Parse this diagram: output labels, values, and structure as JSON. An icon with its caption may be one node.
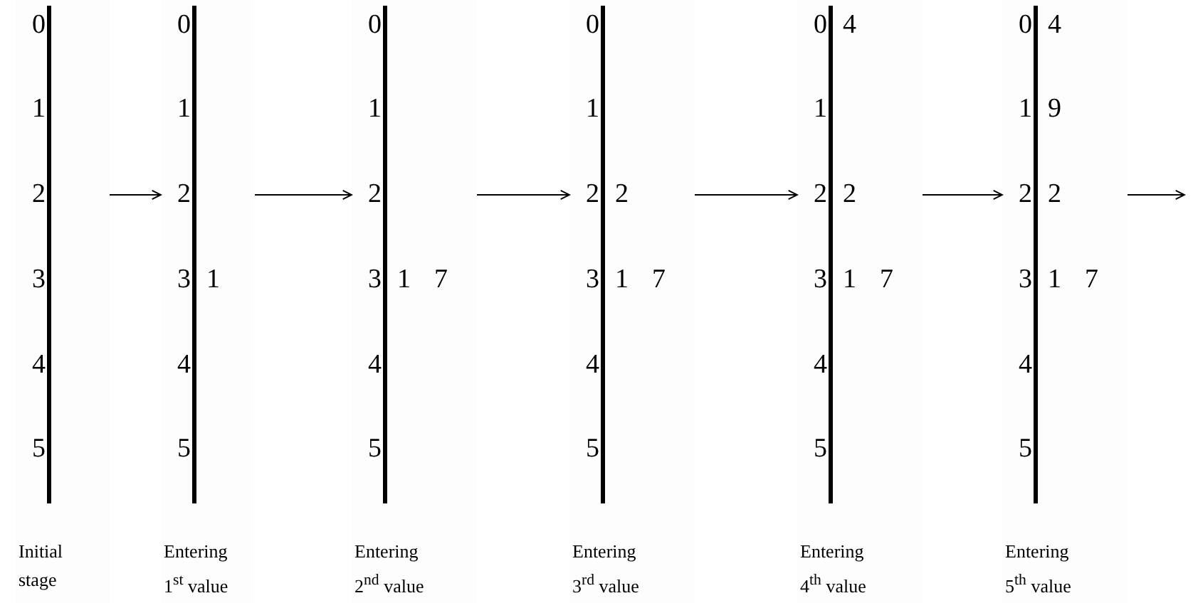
{
  "diagram": {
    "nodes": [
      {
        "text": [
          "Initial stage"
        ]
      },
      {
        "text": [
          "0"
        ],
        "in": 0
      },
      {
        "text": [
          "1"
        ],
        "in": 0
      },
      {
        "text": [
          "2"
        ],
        "in": 0
      },
      {
        "text": [
          "3"
        ],
        "in": 0
      },
      {
        "text": [
          "4"
        ],
        "in": 0
      },
      {
        "text": [
          "5"
        ],
        "in": 0
      },
      {
        "text": [
          "Entering 1$^{st}$ value"
        ]
      },
      {
        "text": [
          "0"
        ],
        "in": 7
      },
      {
        "text": [
          "1"
        ],
        "in": 7
      },
      {
        "text": [
          "2"
        ],
        "in": 7
      },
      {
        "text": [
          "3",
          "1"
        ],
        "in": 7
      },
      {
        "text": [
          "4"
        ],
        "in": 7
      },
      {
        "text": [
          "5"
        ],
        "in": 7
      },
      {
        "text": [
          "Entering 2$^{nd}$ value"
        ]
      },
      {
        "text": [
          "0"
        ],
        "in": 14
      },
      {
        "text": [
          "1"
        ],
        "in": 14
      },
      {
        "text": [
          "2"
        ],
        "in": 14
      },
      {
        "text": [
          "3",
          "1",
          "7"
        ],
        "in": 14
      },
      {
        "text": [
          "4"
        ],
        "in": 14
      },
      {
        "text": [
          "5"
        ],
        "in": 14
      },
      {
        "text": [
          "Entering 3$^{rd}$ value"
        ]
      },
      {
        "text": [
          "0"
        ],
        "in": 21
      },
      {
        "text": [
          "1"
        ],
        "in": 21
      },
      {
        "text": [
          "2",
          "2"
        ],
        "in": 21
      },
      {
        "text": [
          "3",
          "1",
          "7"
        ],
        "in": 21
      },
      {
        "text": [
          "4"
        ],
        "in": 21
      },
      {
        "text": [
          "5"
        ],
        "in": 21
      },
      {
        "text": [
          "Entering 4$^{th}$ value"
        ]
      },
      {
        "text": [
          "0",
          "4"
        ],
        "in": 28
      },
      {
        "text": [
          "1"
        ],
        "in": 28
      },
      {
        "text": [
          "2",
          "2"
        ],
        "in": 28
      },
      {
        "text": [
          "3",
          "1",
          "7"
        ],
        "in": 28
      },
      {
        "text": [
          "4"
        ],
        "in": 28
      },
      {
        "text": [
          "5"
        ],
        "in": 28
      },
      {
        "text": [
          "Entering 5$^{th}$ value"
        ]
      },
      {
        "text": [
          "0",
          "4"
        ],
        "in": 35
      },
      {
        "text": [
          "1",
          "9"
        ],
        "in": 35
      },
      {
        "text": [
          "2",
          "2"
        ],
        "in": 35
      },
      {
        "text": [
          "3",
          "1",
          "7"
        ],
        "in": 35
      },
      {
        "text": [
          "4"
        ],
        "in": 35
      },
      {
        "text": [
          "5"
        ],
        "in": 35
      }
    ],
    "edges": [
      {
        "from": 0,
        "to": 7,
        "arrow": "to"
      },
      {
        "from": 7,
        "to": 14,
        "arrow": "to"
      },
      {
        "from": 14,
        "to": 21,
        "arrow": "to"
      },
      {
        "from": 21,
        "to": 28,
        "arrow": "to"
      },
      {
        "from": 28,
        "to": 35,
        "arrow": "to"
      },
      {
        "from": 35,
        "to": null,
        "arrow": "to"
      }
    ]
  }
}
